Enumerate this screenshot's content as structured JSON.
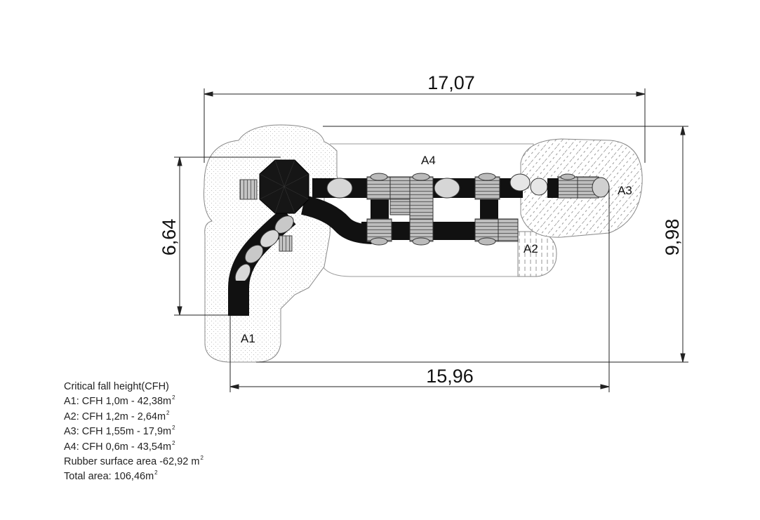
{
  "dimensions": {
    "overall_length": "17,07",
    "equipment_length": "15,96",
    "overall_width": "9,98",
    "equipment_width": "6,64"
  },
  "areas": {
    "a1": "A1",
    "a2": "A2",
    "a3": "A3",
    "a4": "A4"
  },
  "legend": {
    "title": "Critical fall height(CFH)",
    "rows": [
      {
        "text": "A1: CFH 1,0m - 42,38m",
        "sup": "2"
      },
      {
        "text": "A2: CFH 1,2m - 2,64m",
        "sup": "2"
      },
      {
        "text": "A3: CFH 1,55m - 17,9m",
        "sup": "2"
      },
      {
        "text": "A4: CFH 0,6m - 43,54m",
        "sup": "2"
      },
      {
        "text": "Rubber surface area -62,92 m",
        "sup": "2"
      },
      {
        "text": "Total area: 106,46m",
        "sup": "2"
      }
    ]
  }
}
